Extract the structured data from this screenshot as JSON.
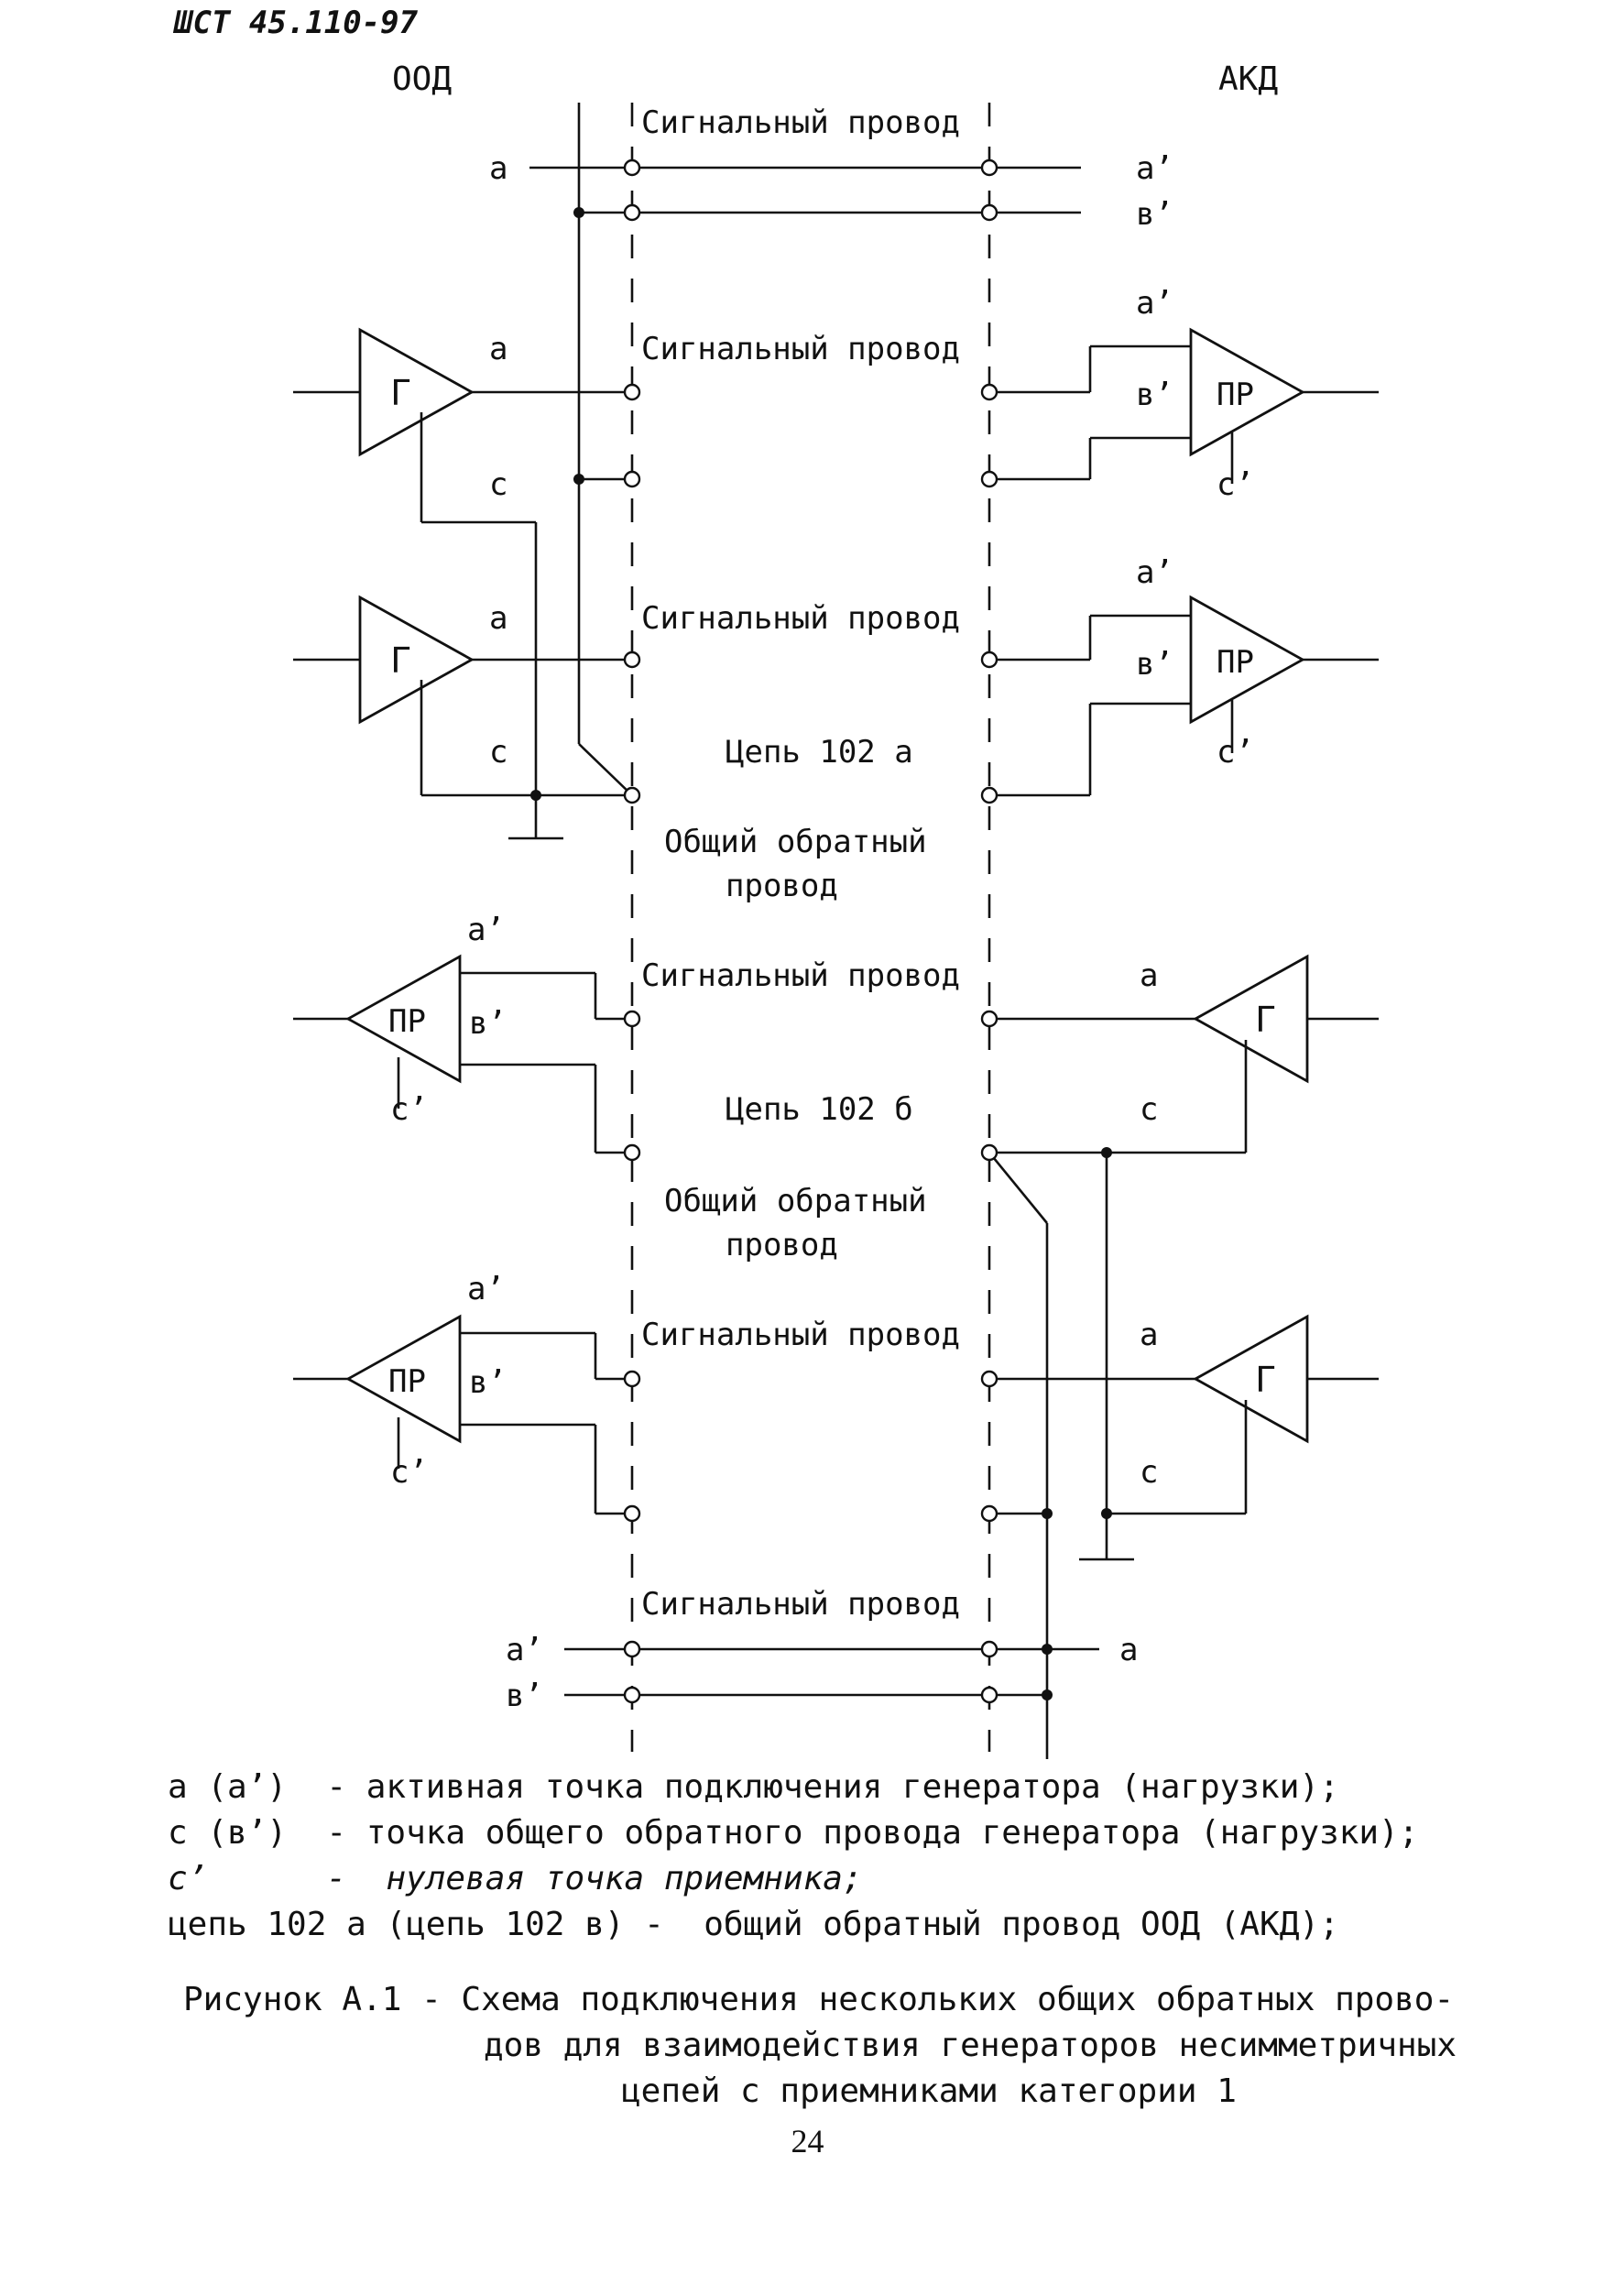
{
  "header": {
    "stamp": "ШСТ 45.110-97",
    "left_side": "ООД",
    "right_side": "АКД"
  },
  "labels": {
    "signal_wire": "Сигнальный провод",
    "circuit_102a": "Цепь 102 а",
    "circuit_102b": "Цепь 102 б",
    "common_return_1": "Общий обратный",
    "common_return_2": "провод",
    "a": "a",
    "a_prime": "a’",
    "b_prime": "в’",
    "c": "c",
    "c_prime": "c’",
    "generator": "Г",
    "receiver": "ПР"
  },
  "legend": [
    "a (a’)  - активная точка подключения генератора (нагрузки);",
    "c (в’)  - точка общего обратного провода генератора (нагрузки);",
    "c’      -  нулевая точка приемника;",
    "цепь 102 а (цепь 102 в) -  общий обратный провод ООД (АКД);"
  ],
  "caption": {
    "line1": "Рисунок А.1 - Схема подключения нескольких общих обратных прово-",
    "line2": "дов для взаимодействия генераторов несимметричных",
    "line3": "цепей с приемниками категории 1"
  },
  "page_number": "24"
}
